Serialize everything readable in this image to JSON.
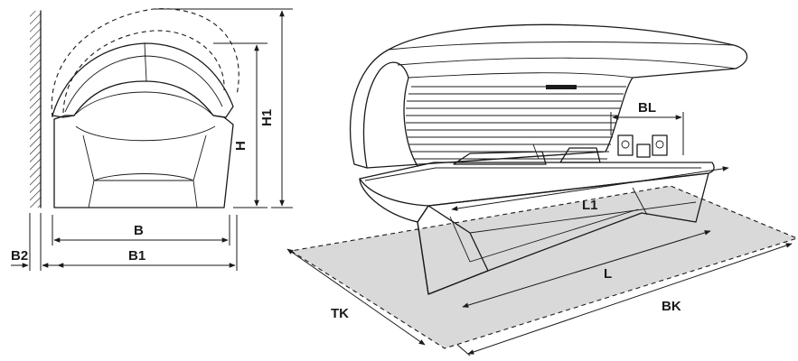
{
  "labels": {
    "b2": "B2",
    "b": "B",
    "b1": "B1",
    "h": "H",
    "h1": "H1",
    "bl": "BL",
    "l1": "L1",
    "l": "L",
    "tk": "TK",
    "bk": "BK"
  },
  "colors": {
    "line": "#1a1a1a",
    "footprint": "#d9d9d9",
    "background": "#ffffff"
  }
}
